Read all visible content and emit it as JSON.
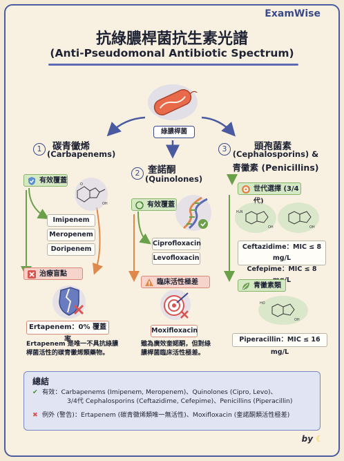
{
  "brand": "ExamWise",
  "title": "抗綠膿桿菌抗生素光譜",
  "subtitle": "(Anti-Pseudomonal Antibiotic Spectrum)",
  "center_label": "綠膿桿菌",
  "columns": [
    {
      "number": "1",
      "title": "碳青黴烯",
      "subtitle": "(Carbapenems)",
      "effective_label": "有效覆蓋",
      "drugs": [
        "Imipenem",
        "Meropenem",
        "Doripenem"
      ],
      "gap_label": "治療盲點",
      "gap_drug": "Ertapenem：0% 覆蓋率",
      "caption": [
        "Ertapenem 是唯一不具抗綠膿",
        "桿菌活性的碳青黴烯類藥物。"
      ]
    },
    {
      "number": "2",
      "title": "奎諾酮",
      "subtitle": "(Quinolones)",
      "effective_label": "有效覆蓋",
      "drugs": [
        "Ciprofloxacin",
        "Levofloxacin"
      ],
      "gap_label": "臨床活性極差",
      "gap_drug": "Moxifloxacin",
      "caption": [
        "雖為廣效奎諾酮，但對綠",
        "膿桿菌臨床活性極差。"
      ]
    },
    {
      "number": "3",
      "title_line1": "頭孢菌素",
      "title_line2": "(Cephalosporins) &",
      "title_line3": "青黴素 (Penicillins)",
      "gen_label": "世代選擇 (3/4代)",
      "mic_lines": [
        "Ceftazidime：MIC ≤ 8 mg/L",
        "Cefepime：MIC ≤ 8 mg/L"
      ],
      "pen_label": "青黴素類",
      "pen_mic": "Piperacillin：MIC ≤ 16 mg/L"
    }
  ],
  "summary": {
    "title": "總結",
    "effective_line1": "有效：Carbapenems (Imipenem, Meropenem)、Quinolones (Cipro, Levo)、",
    "effective_line2": "3/4代 Cephalosporins (Ceftazidime, Cefepime)、Penicillins (Piperacillin)",
    "exception_line": "例外 (警告)：Ertapenem (碳青黴烯類唯一無活性)、Moxifloxacin (奎諾酮類活性極差)"
  },
  "byline": "by",
  "colors": {
    "accent": "#3a4a8a",
    "green": "#86b56a",
    "red": "#d9534f",
    "orange": "#e0874a",
    "bacterium": "#e86a4a"
  }
}
